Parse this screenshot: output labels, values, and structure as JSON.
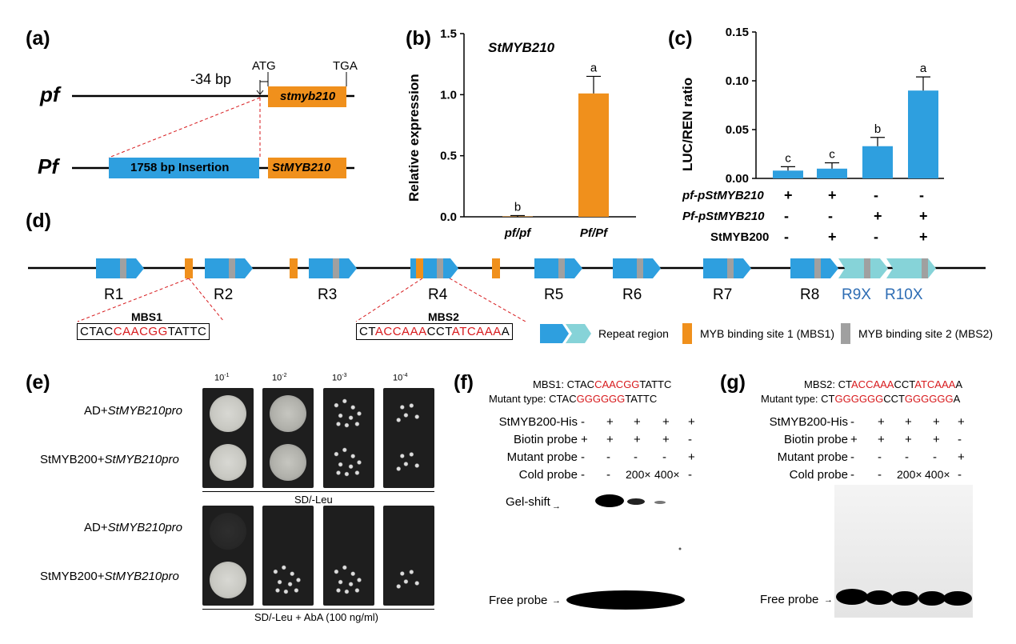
{
  "panels": {
    "a": {
      "label": "(a)",
      "pf": "pf",
      "Pf": "Pf",
      "atg": "ATG",
      "tga": "TGA",
      "bp34": "-34 bp",
      "gene_mut": "stmyb210",
      "gene_wt": "StMYB210",
      "insertion": "1758 bp Insertion"
    },
    "b": {
      "label": "(b)",
      "ylabel": "Relative expression",
      "title": "StMYB210"
    },
    "c": {
      "label": "(c)",
      "ylabel": "LUC/REN ratio",
      "rows": [
        {
          "name": "pf-pStMYB210",
          "signs": [
            "+",
            "+",
            "-",
            "-"
          ]
        },
        {
          "name": "Pf-pStMYB210",
          "signs": [
            "-",
            "-",
            "+",
            "+"
          ]
        },
        {
          "name": "StMYB200",
          "signs": [
            "-",
            "+",
            "-",
            "+"
          ]
        }
      ]
    },
    "d": {
      "label": "(d)",
      "repeats": [
        "R1",
        "R2",
        "R3",
        "R4",
        "R5",
        "R6",
        "R7",
        "R8",
        "R9X",
        "R10X"
      ],
      "mbs1_title": "MBS1",
      "mbs1_seq": [
        "CTAC",
        "CAACGG",
        "TATTC"
      ],
      "mbs2_title": "MBS2",
      "mbs2_seq": [
        "CT",
        "ACCAAA",
        "CCT",
        "ATCAAA",
        "A"
      ],
      "legend": {
        "repeat": "Repeat region",
        "mbs1": "MYB binding site 1 (MBS1)",
        "mbs2": "MYB binding site 2 (MBS2)"
      }
    },
    "e": {
      "label": "(e)",
      "dilutions": [
        "10",
        "10",
        "10",
        "10"
      ],
      "exponents": [
        "-1",
        "-2",
        "-3",
        "-4"
      ],
      "row_ad_prefix": "AD+",
      "row_sm_prefix": "StMYB200+",
      "row_gene": "StMYB210pro",
      "cond1": "SD/-Leu",
      "cond2": "SD/-Leu + AbA (100 ng/ml)"
    },
    "f": {
      "label": "(f)",
      "mbs_label": "MBS1:",
      "mbs_seq": [
        "CTAC",
        "CAACGG",
        "TATTC"
      ],
      "mut_label": "Mutant type:",
      "mut_seq": [
        "CTAC",
        "GGGGGG",
        "TATTC"
      ],
      "gel_shift": "Gel-shift",
      "free_probe": "Free probe"
    },
    "g": {
      "label": "(g)",
      "mbs_label": "MBS2:",
      "mbs_seq": [
        "CT",
        "ACCAAA",
        "CCT",
        "ATCAAA",
        "A"
      ],
      "mut_label": "Mutant type:",
      "mut_seq": [
        "CT",
        "GGGGGG",
        "CCT",
        "GGGGGG",
        "A"
      ],
      "free_probe": "Free probe"
    },
    "emsa_rows": [
      {
        "name": "StMYB200-His",
        "signs": [
          "-",
          "+",
          "+",
          "+",
          "+"
        ]
      },
      {
        "name": "Biotin probe",
        "signs": [
          "+",
          "+",
          "+",
          "+",
          "-"
        ]
      },
      {
        "name": "Mutant probe",
        "signs": [
          "-",
          "-",
          "-",
          "-",
          "+"
        ]
      },
      {
        "name": "Cold probe",
        "signs": [
          "-",
          "-",
          "200×",
          "400×",
          "-"
        ]
      }
    ]
  },
  "chart_data": [
    {
      "type": "bar",
      "title": "StMYB210",
      "ylabel": "Relative expression",
      "categories": [
        "pf/pf",
        "Pf/Pf"
      ],
      "values": [
        0.0,
        1.01
      ],
      "errors": [
        0.01,
        0.14
      ],
      "letters": [
        "b",
        "a"
      ],
      "ylim": [
        0,
        1.5
      ],
      "yticks": [
        "0.0",
        "0.5",
        "1.0",
        "1.5"
      ],
      "color": "#f0901c"
    },
    {
      "type": "bar",
      "ylabel": "LUC/REN ratio",
      "values": [
        0.008,
        0.01,
        0.033,
        0.09
      ],
      "errors": [
        0.004,
        0.006,
        0.009,
        0.014
      ],
      "letters": [
        "c",
        "c",
        "b",
        "a"
      ],
      "ylim": [
        0,
        0.15
      ],
      "yticks": [
        "0.00",
        "0.05",
        "0.10",
        "0.15"
      ],
      "color": "#2e9fdf"
    }
  ],
  "colors": {
    "blue": "#2e9fdf",
    "light_blue": "#86d3d8",
    "orange": "#f0901c",
    "gray": "#a0a0a0",
    "red": "#d7191c"
  }
}
